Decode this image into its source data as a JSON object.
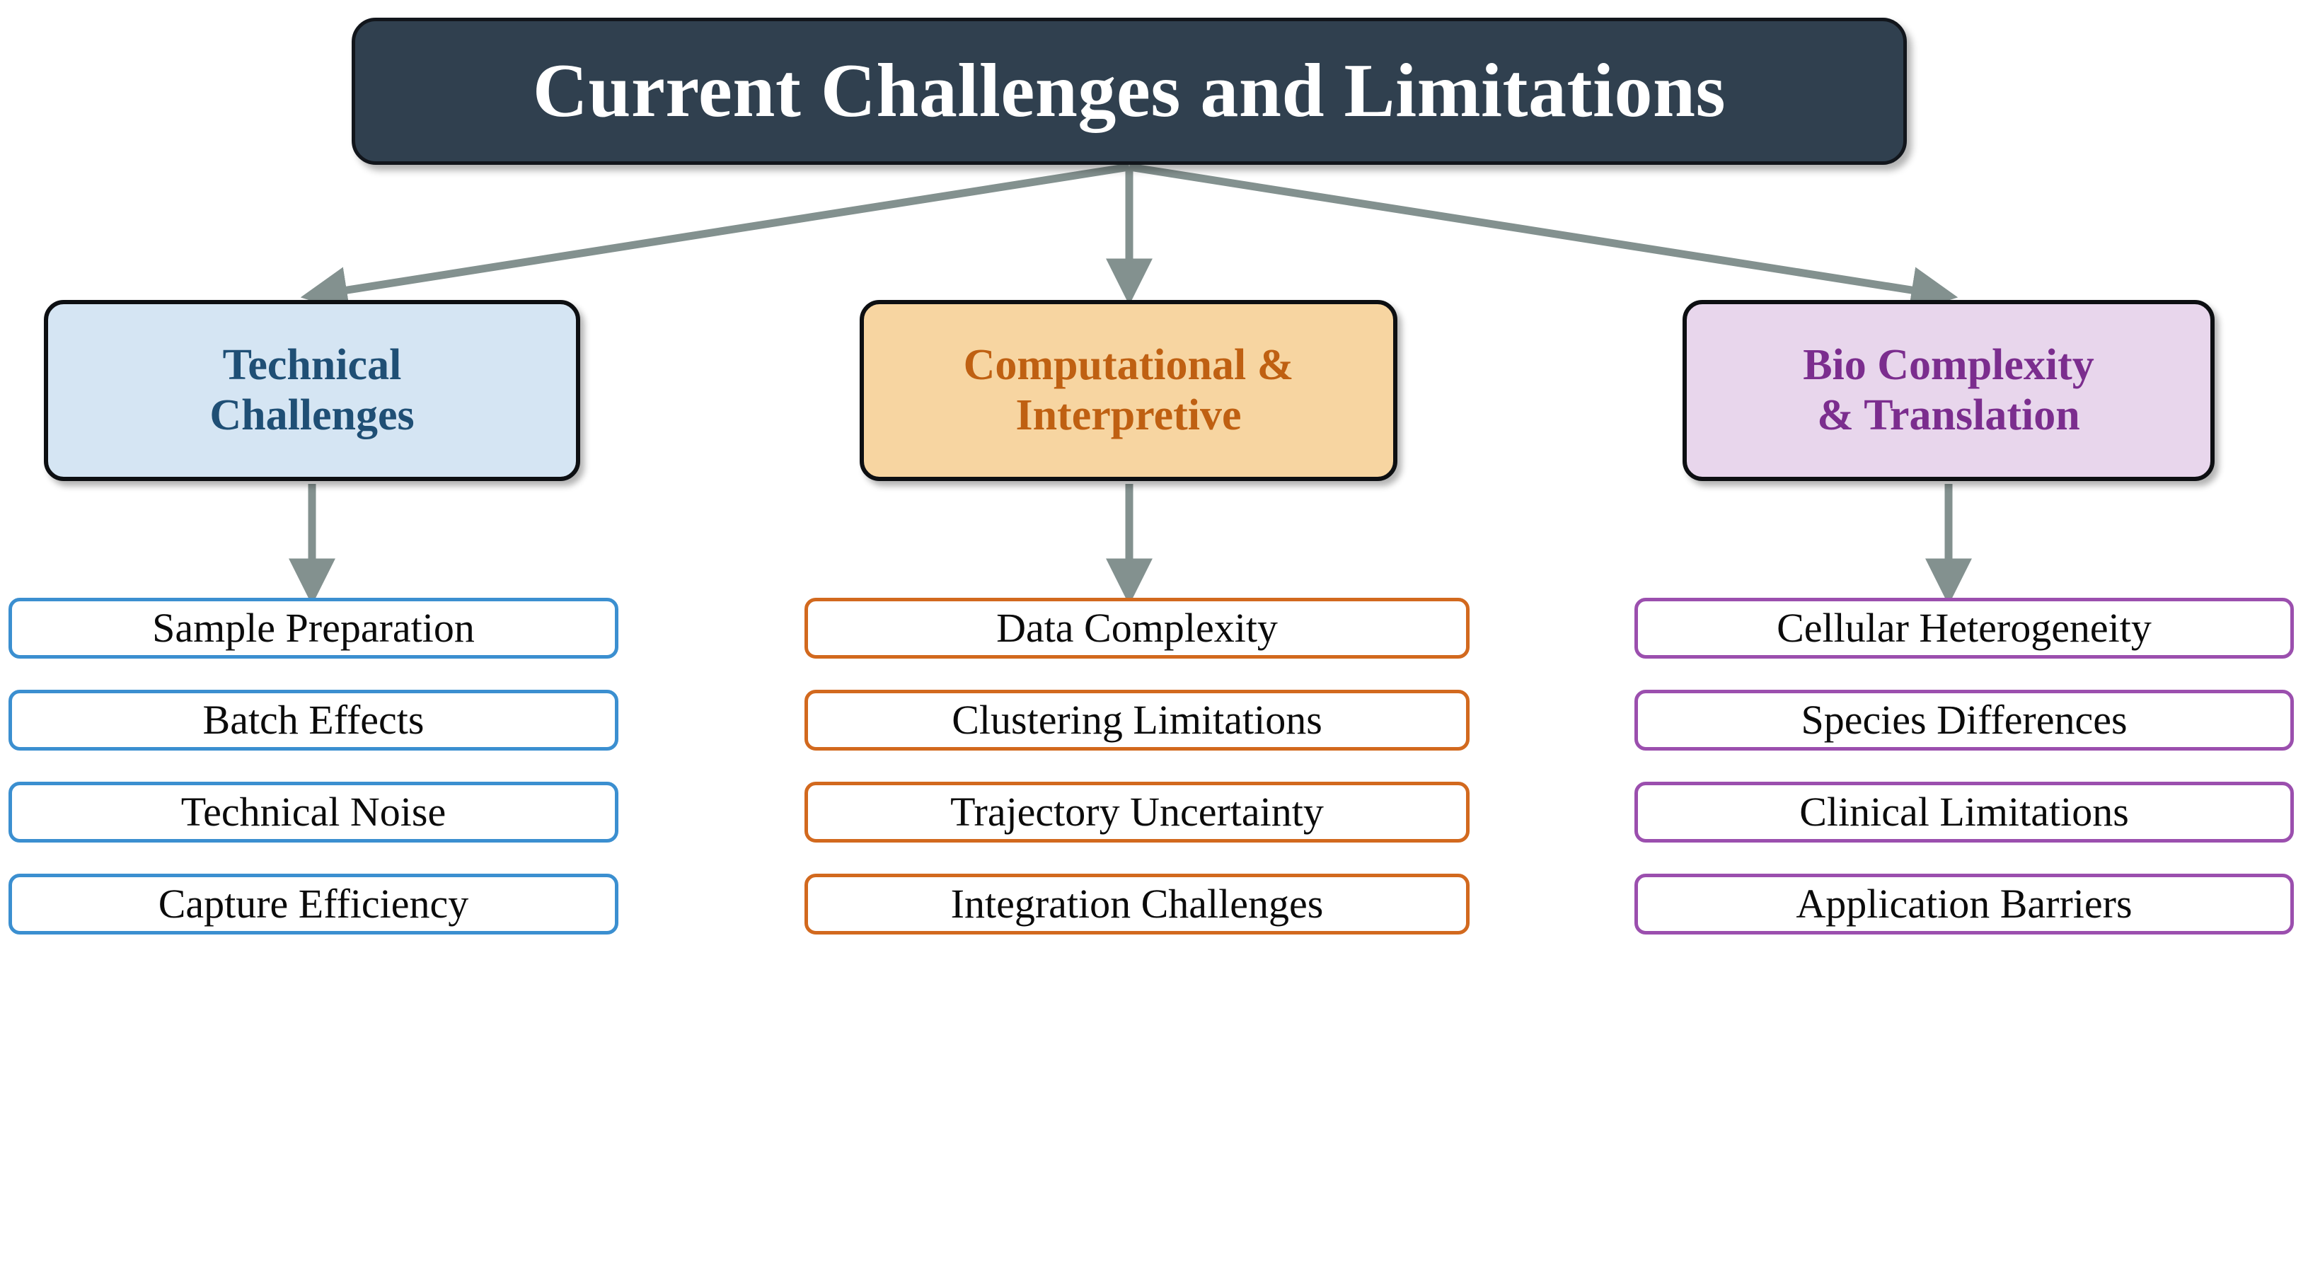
{
  "title": {
    "text": "Current Challenges and Limitations",
    "background": "#30404f",
    "text_color": "#ffffff"
  },
  "connector_color": "#83918f",
  "columns": [
    {
      "category": {
        "label": "Technical\nChallenges",
        "line1": "Technical",
        "line2": "Challenges",
        "background": "#d5e5f3",
        "text_color": "#1f4f75",
        "accent": "#3b8fd0"
      },
      "items": [
        "Sample Preparation",
        "Batch Effects",
        "Technical Noise",
        "Capture Efficiency"
      ]
    },
    {
      "category": {
        "label": "Computational &\nInterpretive",
        "line1": "Computational &",
        "line2": "Interpretive",
        "background": "#f7d5a1",
        "text_color": "#bf6012",
        "accent": "#d2691e"
      },
      "items": [
        "Data Complexity",
        "Clustering Limitations",
        "Trajectory Uncertainty",
        "Integration Challenges"
      ]
    },
    {
      "category": {
        "label": "Bio Complexity\n& Translation",
        "line1": "Bio Complexity",
        "line2": "& Translation",
        "background": "#e8d6ec",
        "text_color": "#7b2d8e",
        "accent": "#9b4fae"
      },
      "items": [
        "Cellular Heterogeneity",
        "Species Differences",
        "Clinical Limitations",
        "Application Barriers"
      ]
    }
  ]
}
